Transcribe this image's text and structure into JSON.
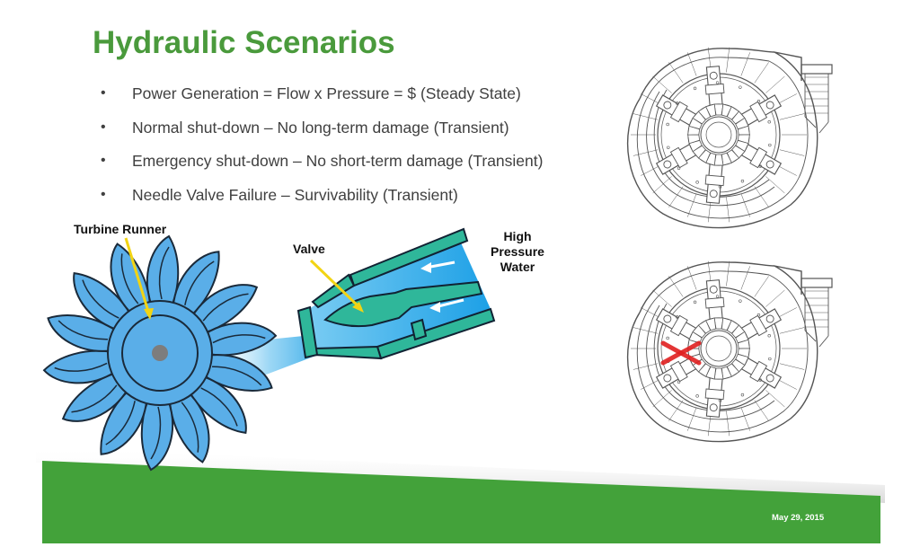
{
  "slide": {
    "title": "Hydraulic Scenarios",
    "bullets": [
      "Power Generation = Flow x Pressure = $ (Steady State)",
      "Normal shut-down – No long-term damage (Transient)",
      "Emergency shut-down – No short-term damage (Transient)",
      "Needle Valve Failure – Survivability (Transient)"
    ],
    "bullet_glyph": "•",
    "date": "May 29, 2015"
  },
  "diagram": {
    "labels": {
      "turbine_runner": "Turbine Runner",
      "valve": "Valve",
      "high_pressure_water": [
        "High",
        "Pressure",
        "Water"
      ]
    },
    "colors": {
      "title_green": "#4a9a3c",
      "footer_green": "#43a23a",
      "runner_blue": "#5aaee8",
      "valve_teal": "#2fb79a",
      "water_blue": "#2aa6e6",
      "failure_red": "#e02020"
    },
    "runner_buckets": 14,
    "drawings": [
      {
        "name": "turbine-drawing-normal",
        "failed_valve": false
      },
      {
        "name": "turbine-drawing-failure",
        "failed_valve": true
      }
    ]
  }
}
